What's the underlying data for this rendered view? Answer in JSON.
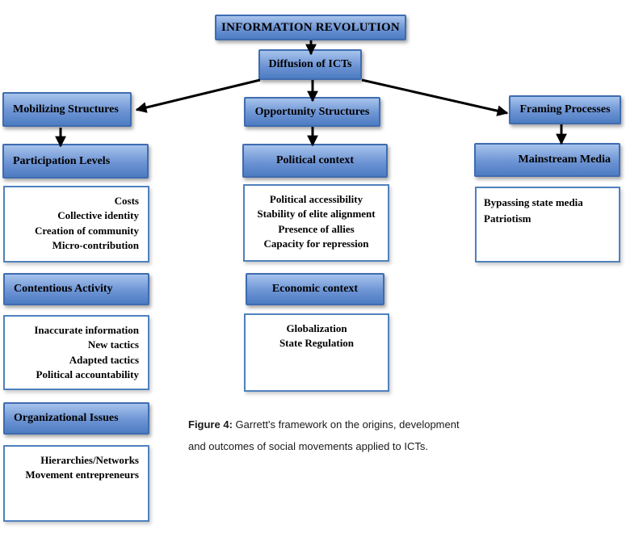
{
  "figure": {
    "root_label": "INFORMATION REVOLUTION",
    "diffusion_label": "Diffusion of ICTs",
    "mobilizing": {
      "header": "Mobilizing Structures",
      "participation_header": "Participation Levels",
      "participation_items": [
        "Costs",
        "Collective identity",
        "Creation of community",
        "Micro-contribution"
      ],
      "contentious_header": "Contentious Activity",
      "contentious_items": [
        "Inaccurate information",
        "New tactics",
        "Adapted tactics",
        "Political accountability"
      ],
      "organizational_header": "Organizational Issues",
      "organizational_items": [
        "Hierarchies/Networks",
        "Movement entrepreneurs"
      ]
    },
    "opportunity": {
      "header": "Opportunity Structures",
      "political_header": "Political context",
      "political_items": [
        "Political accessibility",
        "Stability of elite alignment",
        "Presence of allies",
        "Capacity for repression"
      ],
      "economic_header": "Economic context",
      "economic_items": [
        "Globalization",
        "State Regulation"
      ]
    },
    "framing": {
      "header": "Framing Processes",
      "media_header": "Mainstream Media",
      "media_items": [
        "Bypassing state media",
        "Patriotism"
      ]
    },
    "caption": {
      "label": "Figure 4:",
      "line1": "Garrett's framework on the origins, development",
      "line2": "and outcomes of social movements applied to ICTs."
    },
    "colors": {
      "box_fill_top": "#a6c3ec",
      "box_fill_mid": "#6d94d4",
      "box_fill_bottom": "#4d7cc2",
      "box_border": "#3f6cb0",
      "white_box_border": "#4f81bd",
      "arrow": "#000000"
    }
  }
}
